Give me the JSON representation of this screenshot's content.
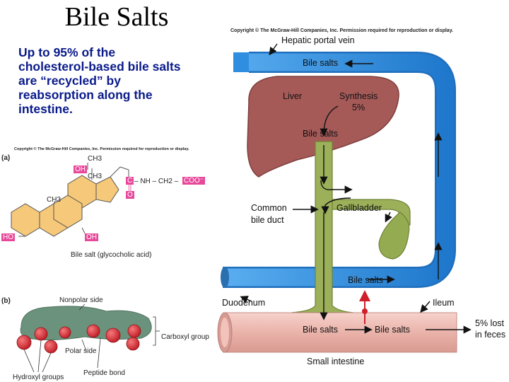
{
  "slide": {
    "title": "Bile Salts",
    "body": "Up to 95% of the cholesterol-based bile salts are “recycled” by reabsorption along the intestine."
  },
  "copyright": {
    "right": "Copyright © The McGraw-Hill Companies, Inc. Permission required for reproduction or display.",
    "left": "Copyright © The McGraw-Hill Companies, Inc. Permission required for reproduction or display."
  },
  "panel_a": {
    "letter": "(a)",
    "ch3_top": "CH3",
    "oh_top": "OH",
    "ch3_mid": "CH3",
    "ch3_left": "CH3",
    "ho_left": "HO",
    "oh_bottom": "OH",
    "c_label": "C",
    "nh_label": "– NH – CH2 –",
    "coo_label": "COO⁻",
    "dbl_bond": "||",
    "o_label": "O",
    "caption": "Bile salt (glycocholic acid)"
  },
  "panel_b": {
    "letter": "(b)",
    "nonpolar": "Nonpolar side",
    "polar": "Polar side",
    "carboxyl": "Carboxyl group",
    "hydroxyl": "Hydroxyl groups",
    "peptide": "Peptide bond"
  },
  "labels": {
    "hepatic_portal_vein": "Hepatic portal vein",
    "bile_salts_top": "Bile salts",
    "liver": "Liver",
    "synthesis": "Synthesis",
    "synthesis_pct": "5%",
    "bile_salts_liver": "Bile salts",
    "common_bile_duct_1": "Common",
    "common_bile_duct_2": "bile duct",
    "gallbladder": "Gallbladder",
    "bile_salts_lower": "Bile salts",
    "duodenum": "Duodenum",
    "ileum": "Ileum",
    "bile_salts_int_left": "Bile salts",
    "bile_salts_int_right": "Bile salts",
    "lost_1": "5% lost",
    "lost_2": "in feces",
    "small_intestine": "Small intestine"
  },
  "colors": {
    "vein_blue": "#2f8ee0",
    "liver": "#a55a58",
    "duct_green": "#9cb05a",
    "intestine": "#efbcb4",
    "pink_label": "#e7489a",
    "steroid_fill": "#f6c879",
    "micelle_gray": "#6b927c",
    "hydroxyl_red": "#d8242c",
    "title_blue": "#0a1a8a"
  }
}
